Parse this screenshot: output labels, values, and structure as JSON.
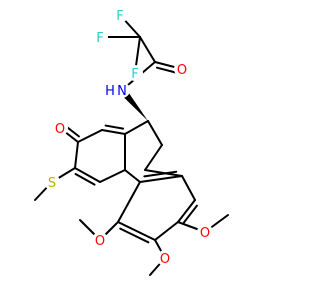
{
  "molecule": {
    "labels": {
      "F1": "F",
      "F2": "F",
      "F3": "F",
      "O_amide": "O",
      "N_amide": "N",
      "H_amide": "H",
      "O_ketone": "O",
      "S": "S",
      "O_methoxy1": "O",
      "O_methoxy2": "O",
      "O_methoxy3": "O"
    },
    "colors": {
      "bond": "#000000",
      "fluorine": "#33cccc",
      "oxygen": "#ff0000",
      "nitrogen": "#0000ff",
      "sulfur": "#b2b200"
    }
  }
}
